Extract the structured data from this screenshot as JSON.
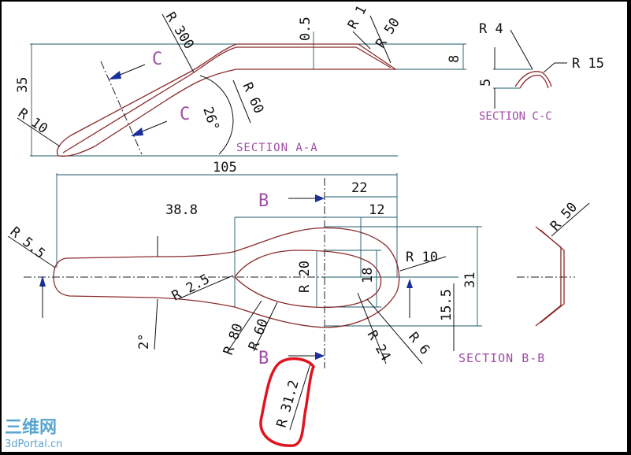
{
  "dims": {
    "r300": "R 300",
    "t05": "0.5",
    "r1": "R 1",
    "r50_top": "R 50",
    "h8": "8",
    "h35": "35",
    "r10_tip": "R 10",
    "r60_top": "R 60",
    "a26": "26°",
    "len105": "105",
    "r4": "R 4",
    "r15": "R 15",
    "h5": "5",
    "len388": "38.8",
    "len22": "22",
    "len12": "12",
    "r55": "R 5.5",
    "r25": "R 2.5",
    "r20": "R 20",
    "w18": "18",
    "r10_bowl": "R 10",
    "w155": "15.5",
    "w31": "31",
    "a2": "2°",
    "r80": "R 80",
    "r60_bowl": "R 60",
    "r24": "R 24",
    "r6": "R 6",
    "r312": "R 31.2",
    "r50_bb": "R 50"
  },
  "labels": {
    "section_aa": "SECTION A-A",
    "section_cc": "SECTION C-C",
    "section_bb": "SECTION B-B",
    "cut_c_upper": "C",
    "cut_c_lower": "C",
    "cut_b_upper": "B",
    "cut_b_lower": "B"
  },
  "watermark": {
    "brand": "三维网",
    "site": "3dPortal.cn"
  },
  "colors": {
    "outline": "#8a2a2a",
    "dimension_line": "#1b5a6a",
    "section_label": "#a04ca6",
    "arrow": "#1a2f9a",
    "highlight": "#e0141e",
    "watermark": "#5aa5cf"
  }
}
